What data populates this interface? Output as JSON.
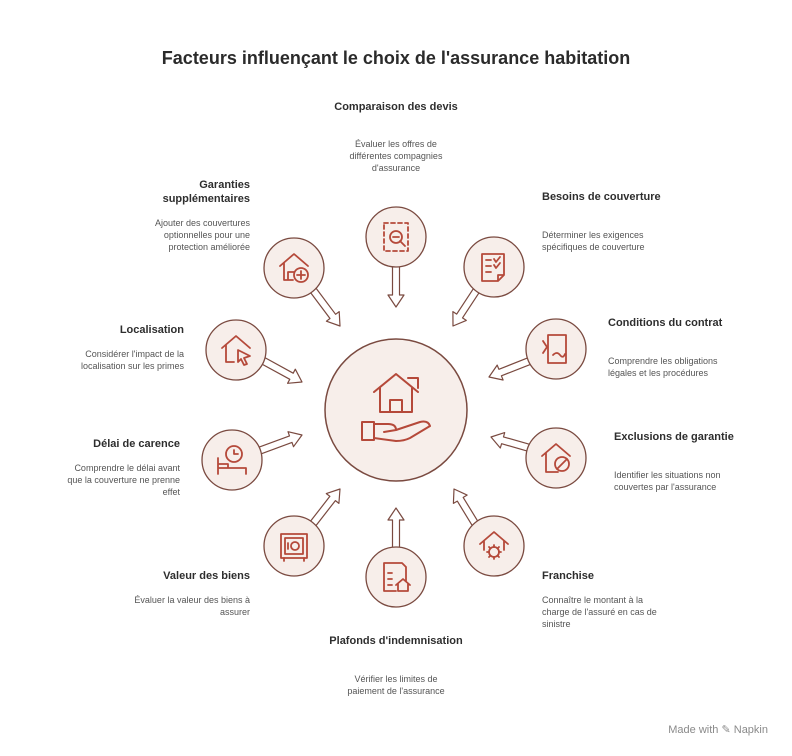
{
  "title": "Facteurs influençant le choix de l'assurance habitation",
  "colors": {
    "accent": "#B5493A",
    "circle_fill": "#F7EEEA",
    "circle_stroke": "#7A4A40",
    "arrow_fill": "#FFFFFF"
  },
  "center": {
    "icon": "house-in-hand-icon"
  },
  "factors": [
    {
      "title": "Comparaison des devis",
      "desc": "Évaluer les offres de différentes compagnies d'assurance",
      "icon": "search-document-icon"
    },
    {
      "title": "Besoins de couverture",
      "desc": "Déterminer les exigences spécifiques de couverture",
      "icon": "checklist-icon"
    },
    {
      "title": "Conditions du contrat",
      "desc": "Comprendre les obligations légales et les procédures",
      "icon": "signed-contract-icon"
    },
    {
      "title": "Exclusions de garantie",
      "desc": "Identifier les situations non couvertes par l'assurance",
      "icon": "house-blocked-icon"
    },
    {
      "title": "Franchise",
      "desc": "Connaître le montant à la charge de l'assuré en cas de sinistre",
      "icon": "house-gear-icon"
    },
    {
      "title": "Plafonds d'indemnisation",
      "desc": "Vérifier les limites de paiement de l'assurance",
      "icon": "document-house-icon"
    },
    {
      "title": "Valeur des biens",
      "desc": "Évaluer la valeur des biens à assurer",
      "icon": "safe-icon"
    },
    {
      "title": "Délai de carence",
      "desc": "Comprendre le délai avant que la couverture ne prenne effet",
      "icon": "bed-clock-icon"
    },
    {
      "title": "Localisation",
      "desc": "Considérer l'impact de la localisation sur les primes",
      "icon": "house-cursor-icon"
    },
    {
      "title": "Garanties supplémentaires",
      "desc": "Ajouter des couvertures optionnelles pour une protection améliorée",
      "icon": "house-plus-icon"
    }
  ],
  "footer": {
    "text": "Made with",
    "brand": "Napkin",
    "icon": "napkin-logo-icon"
  }
}
